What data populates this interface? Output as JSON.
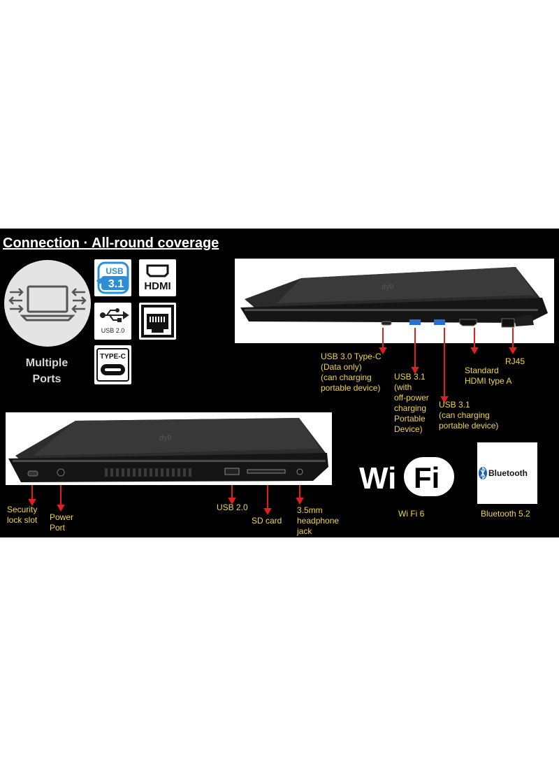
{
  "heading": "Connection · All-round coverage",
  "multiple_ports": "Multiple\nPorts",
  "tiles": {
    "usb31": {
      "top": "USB",
      "bottom": "3.1"
    },
    "hdmi": "HDMI",
    "usb20": "USB 2.0",
    "typec": "TYPE-C"
  },
  "right_side_labels": [
    "USB 3.0 Type-C\n(Data only)\n(can charging\nportable device)",
    "USB 3.1\n(with\noff-power\ncharging\nPortable\nDevice)",
    "USB 3.1\n(can charging\nportable device)",
    "Standard\nHDMI type A",
    "RJ45"
  ],
  "left_side_labels": [
    "Security\nlock slot",
    "Power\nPort",
    "USB 2.0",
    "SD card",
    "3.5mm\nheadphone\njack"
  ],
  "wifi": {
    "logo_left": "Wi",
    "logo_right": "Fi",
    "caption": "Wi Fi 6"
  },
  "bluetooth": {
    "logo": "Bluetooth",
    "caption": "Bluetooth 5.2"
  },
  "colors": {
    "label": "#f2d64b",
    "arrow": "#e0201c",
    "usb_blue": "#2a8fd6",
    "circle": "#e4e4e4"
  }
}
